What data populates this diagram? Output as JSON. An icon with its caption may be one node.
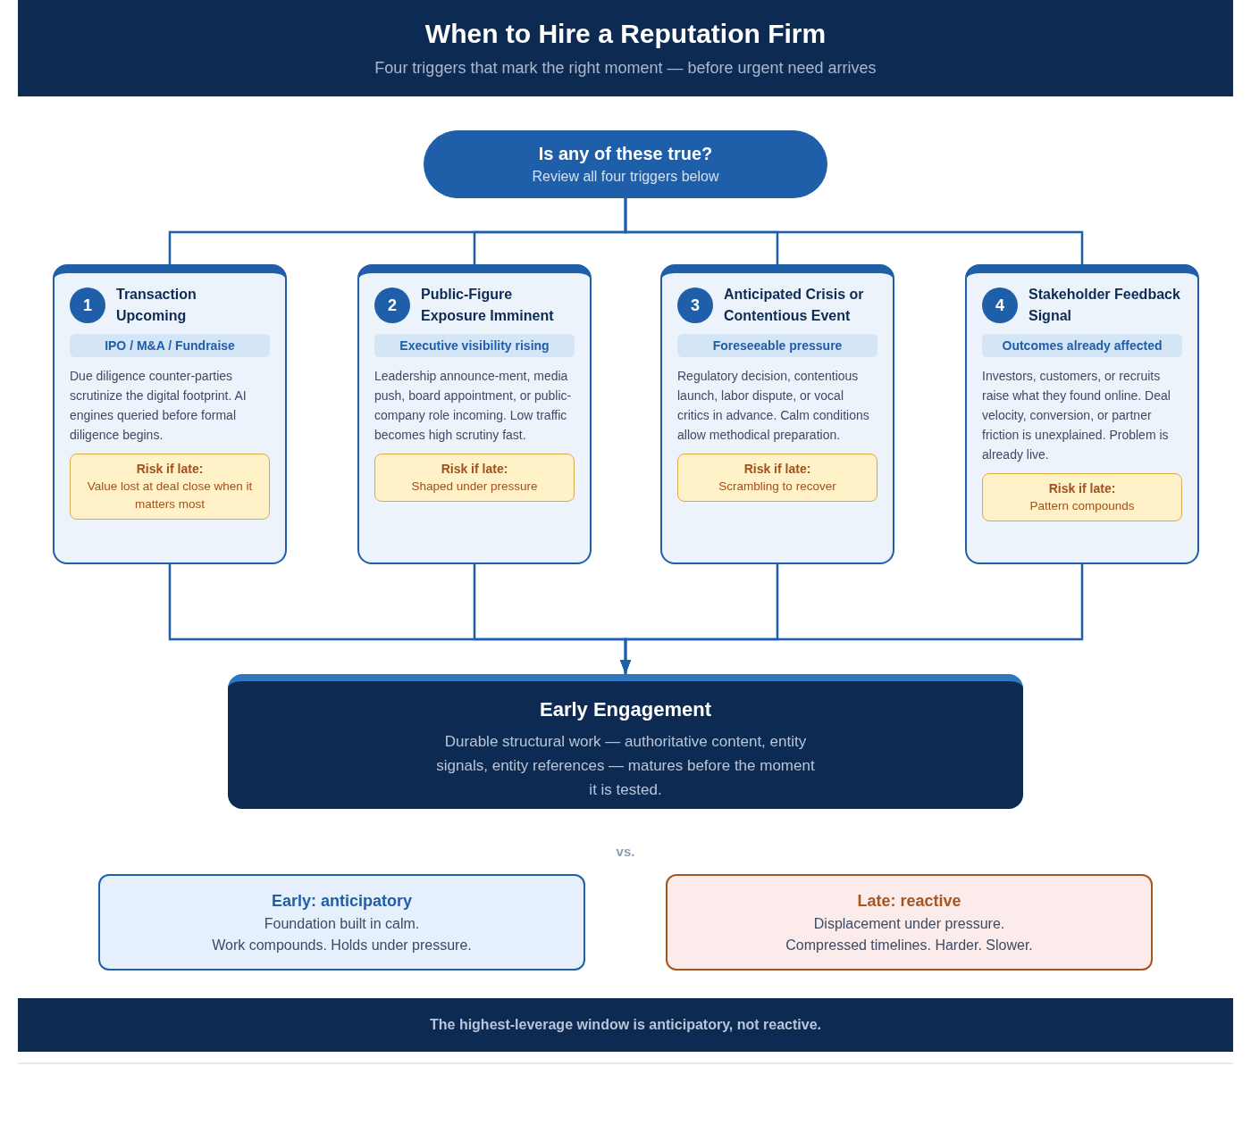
{
  "diagram": {
    "title": "When to Hire a Reputation Firm",
    "caption": "The highest-leverage window is anticipatory, not reactive.",
    "nodes": [
      {
        "text": [
          "Is any of these true?",
          "Review all four triggers below"
        ]
      },
      {
        "text": [
          "Transaction Upcoming",
          "Due diligence counter-parties scrutinize the digital footprint. AI engines queried before formal diligence begins."
        ]
      },
      {
        "text": [
          "1"
        ],
        "in": 1
      },
      {
        "text": [
          "IPO / M&A / Fundraise"
        ],
        "in": 1
      },
      {
        "text": [
          "Risk if late:",
          "Value lost at deal close when it matters most"
        ],
        "in": 1
      },
      {
        "text": [
          "Public-Figure Exposure Imminent",
          "Leadership announce-ment, media push, board appointment, or public-company role incoming. Low traffic becomes high scrutiny fast."
        ]
      },
      {
        "text": [
          "2"
        ],
        "in": 5
      },
      {
        "text": [
          "Executive visibility rising"
        ],
        "in": 5
      },
      {
        "text": [
          "Risk if late:",
          "Shaped under pressure"
        ],
        "in": 5
      },
      {
        "text": [
          "Anticipated Crisis or Contentious Event",
          "Regulatory decision, contentious launch, labor dispute, or vocal critics in advance. Calm conditions allow methodical preparation."
        ]
      },
      {
        "text": [
          "3"
        ],
        "in": 9
      },
      {
        "text": [
          "Foreseeable pressure"
        ],
        "in": 9
      },
      {
        "text": [
          "Risk if late:",
          "Scrambling to recover"
        ],
        "in": 9
      },
      {
        "text": [
          "Stakeholder Feedback Signal",
          "Investors, customers, or recruits raise what they found online. Deal velocity, conversion, or partner friction is unexplained. Problem is already live."
        ]
      },
      {
        "text": [
          "4"
        ],
        "in": 13
      },
      {
        "text": [
          "Outcomes already affected"
        ],
        "in": 13
      },
      {
        "text": [
          "Risk if late:",
          "Pattern compounds"
        ],
        "in": 13
      },
      {
        "text": [
          "Early Engagement",
          "Durable structural work — authoritative content, entity signals, entity references — matures before the moment it is tested."
        ]
      },
      {
        "text": [
          "Early: anticipatory",
          "Foundation built in calm.",
          "Work compounds. Holds under pressure."
        ]
      },
      {
        "text": [
          "Late: reactive",
          "Displacement under pressure.",
          "Compressed timelines. Harder. Slower."
        ]
      }
    ],
    "edges": [
      {
        "from": 0,
        "to": 1,
        "arrow": "none"
      },
      {
        "from": 0,
        "to": 5,
        "arrow": "none"
      },
      {
        "from": 0,
        "to": 9,
        "arrow": "none"
      },
      {
        "from": 0,
        "to": 13,
        "arrow": "none"
      },
      {
        "from": 1,
        "to": 17,
        "arrow": "to"
      },
      {
        "from": 5,
        "to": 17,
        "arrow": "to"
      },
      {
        "from": 9,
        "to": 17,
        "arrow": "to"
      },
      {
        "from": 13,
        "to": 17,
        "arrow": "to"
      }
    ],
    "labels": [
      "Four triggers that mark the right moment — before urgent need arrives",
      "vs."
    ]
  }
}
